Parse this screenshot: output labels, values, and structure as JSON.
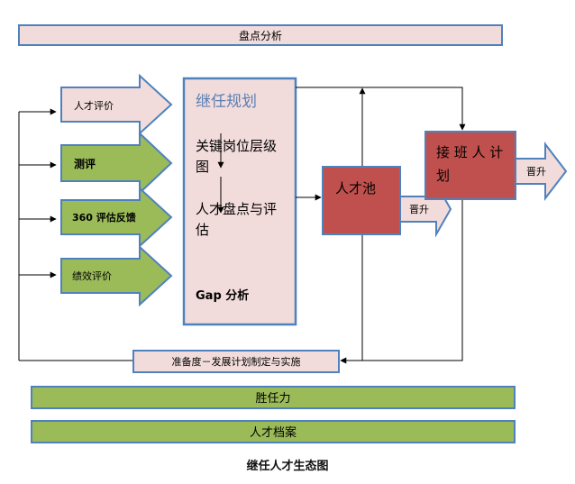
{
  "top_bar": {
    "label": "盘点分析"
  },
  "inputs": [
    {
      "label": "人才评价"
    },
    {
      "label": "测评"
    },
    {
      "label": "360 评估反馈"
    },
    {
      "label": "绩效评价"
    }
  ],
  "planning_box": {
    "title": "继任规划",
    "step1_line1": "关键岗位层级",
    "step1_line2": "图",
    "step2_line1": "人才盘点与评",
    "step2_line2": "估",
    "step3": "Gap 分析"
  },
  "talent_pool": {
    "label": "人才池",
    "promote_label": "晋升"
  },
  "succession_plan": {
    "label_line1": "接 班 人 计",
    "label_line2": "划",
    "promote_label": "晋升"
  },
  "development_bar": {
    "label": "准备度－发展计划制定与实施"
  },
  "bottom_bars": [
    {
      "label": "胜任力"
    },
    {
      "label": "人才档案"
    }
  ],
  "caption": "继任人才生态图",
  "colors": {
    "pink_fill": "#f2dcdb",
    "blue_border": "#4f81bd",
    "green_fill": "#9bbb59",
    "red_fill": "#c0504d",
    "line": "#000000"
  }
}
